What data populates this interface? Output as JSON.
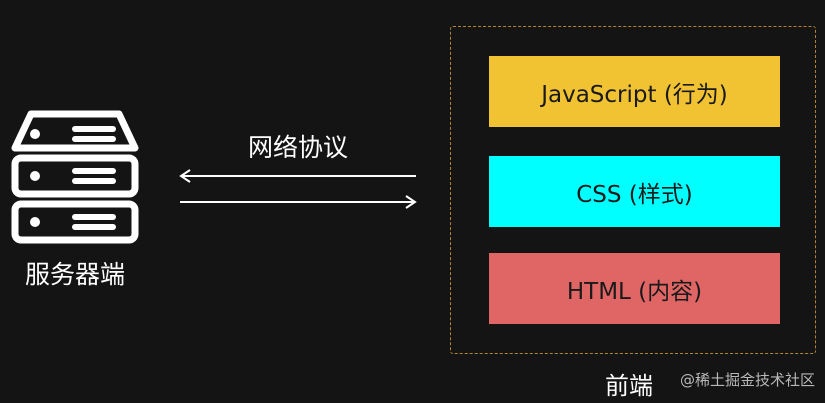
{
  "server": {
    "icon": "server-icon",
    "label": "服务器端"
  },
  "protocol": {
    "label": "网络协议"
  },
  "frontend": {
    "label": "前端",
    "layers": [
      {
        "label": "JavaScript (行为)",
        "color": "#f1c232"
      },
      {
        "label": "CSS (样式)",
        "color": "#00ffff"
      },
      {
        "label": "HTML (内容)",
        "color": "#e06666"
      }
    ],
    "border_color": "#b5832e"
  },
  "watermark": {
    "text": "@稀土掘金技术社区"
  },
  "colors": {
    "background": "#141414",
    "foreground": "#ffffff"
  }
}
